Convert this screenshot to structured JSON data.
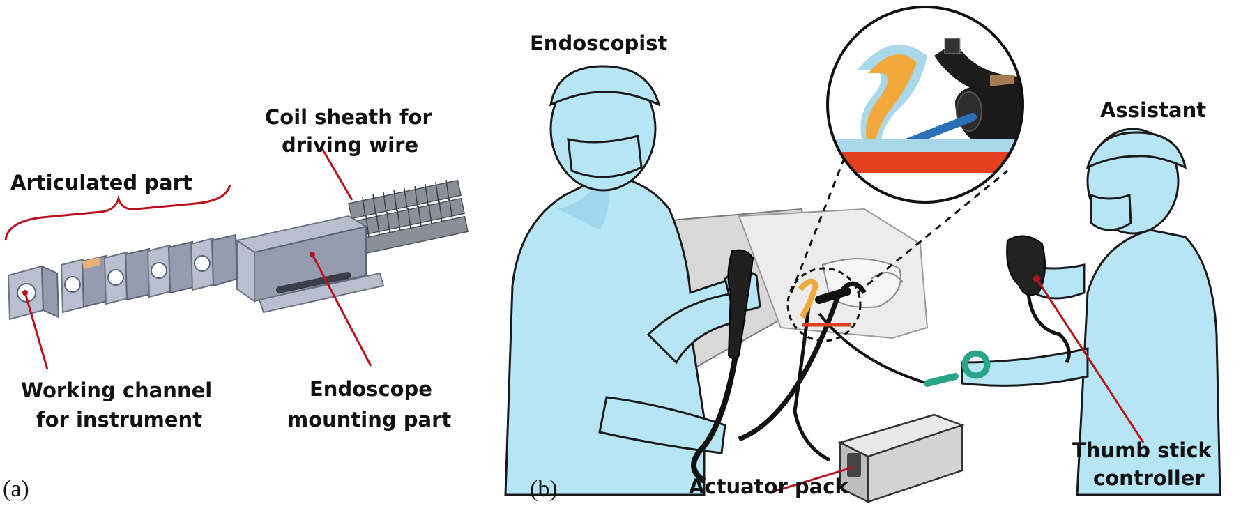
{
  "panel_a": {
    "tag": "(a)",
    "labels": {
      "articulated_part": "Articulated part",
      "coil_sheath_line1": "Coil sheath for",
      "coil_sheath_line2": "driving wire",
      "working_channel_line1": "Working channel",
      "working_channel_line2": "for instrument",
      "endoscope_mount_line1": "Endoscope",
      "endoscope_mount_line2": "mounting part"
    }
  },
  "panel_b": {
    "tag": "(b)",
    "labels": {
      "endoscopist": "Endoscopist",
      "assistant": "Assistant",
      "actuator_pack": "Actuator pack",
      "thumb_stick_line1": "Thumb stick",
      "thumb_stick_line2": "controller"
    }
  },
  "colors": {
    "leader_line": "#b5121b",
    "gown": "#b6e6f6",
    "tissue_orange": "#f2a93b",
    "table_red": "#e2401f"
  }
}
